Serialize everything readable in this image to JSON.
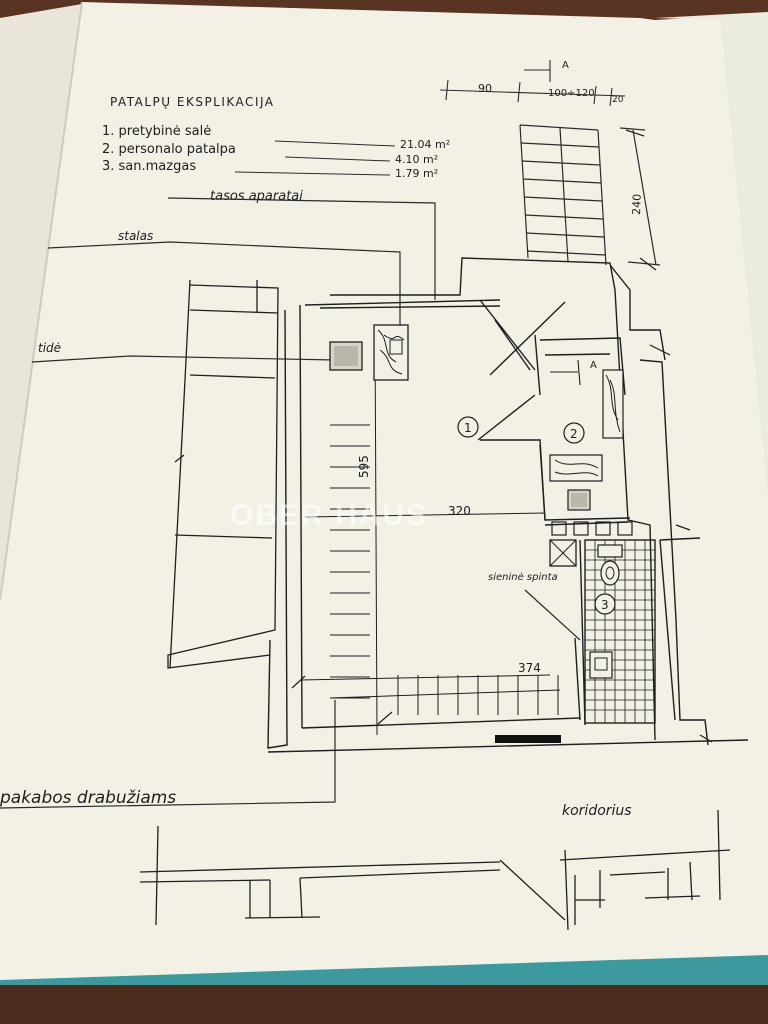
{
  "legend": {
    "title": "PATALPŲ EKSPLIKACIJA",
    "rows": [
      {
        "label": "1. pretybinė salė",
        "area": "21.04 m²"
      },
      {
        "label": "2. personalo patalpa",
        "area": "4.10 m²"
      },
      {
        "label": "3. san.mazgas",
        "area": "1.79 m²"
      }
    ]
  },
  "labels": {
    "tasos_aparatai": "tasos aparatai",
    "stalas": "stalas",
    "tide": "tidė",
    "sienine_spinta": "sieninė spinta",
    "pakabos": "pakabos drabužiams",
    "koridorius": "koridorius",
    "room1": "1",
    "room2": "2",
    "room3": "3",
    "section_a_top": "A",
    "section_a_mid": "A"
  },
  "dimensions": {
    "top_90": "90",
    "top_100_120": "100÷120",
    "top_20": "20",
    "stair_240": "240",
    "width_320": "320",
    "height_595": "595",
    "bottom_374": "374"
  },
  "watermark": "OBER HAUS"
}
